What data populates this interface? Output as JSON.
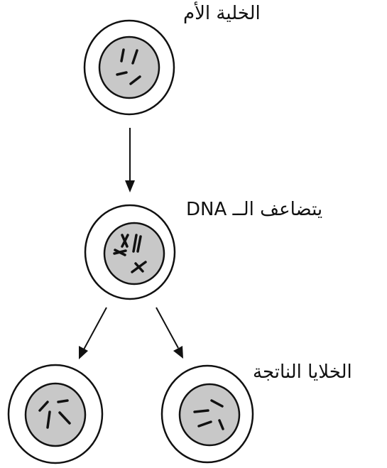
{
  "labels": {
    "parent_cell": "الخلية الأم",
    "dna_replicates": "يتضاعف الــ DNA",
    "daughter_cells": "الخلايا الناتجة"
  },
  "colors": {
    "nucleus_fill": "#c8c8c8",
    "outline": "#111111",
    "background": "#ffffff"
  }
}
